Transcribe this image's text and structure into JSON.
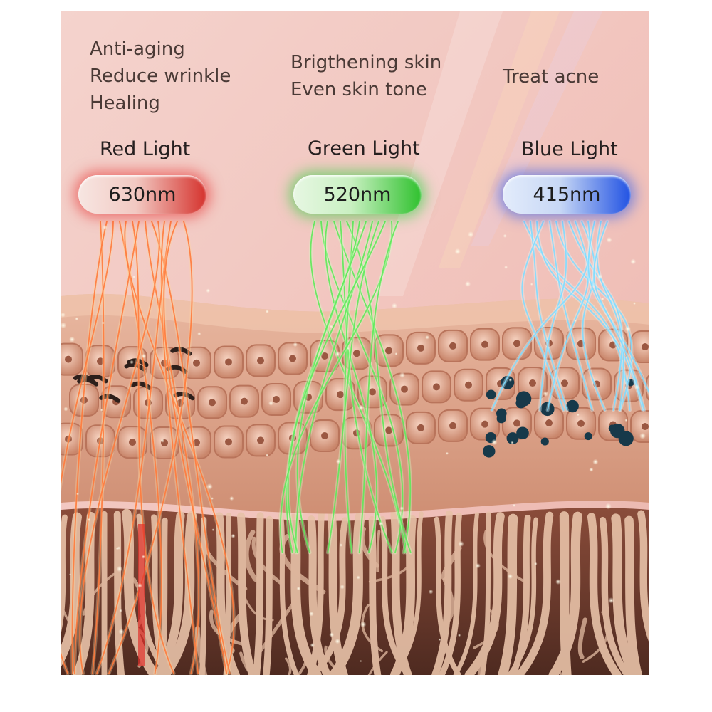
{
  "lights": [
    {
      "id": "red",
      "title": "Red Light",
      "wavelength": "630nm",
      "benefits": [
        "Anti-aging",
        "Reduce wrinkle",
        "Healing"
      ],
      "color": "#e52b2b"
    },
    {
      "id": "green",
      "title": "Green Light",
      "wavelength": "520nm",
      "benefits": [
        "Brigthening skin",
        "Even skin tone"
      ],
      "color": "#2fc12e"
    },
    {
      "id": "blue",
      "title": "Blue Light",
      "wavelength": "415nm",
      "benefits": [
        "Treat acne"
      ],
      "color": "#2152e3"
    }
  ],
  "palette": {
    "background": "#f3cbc4",
    "skin": "#e3ad93",
    "dermis": "#6b3a2c"
  }
}
